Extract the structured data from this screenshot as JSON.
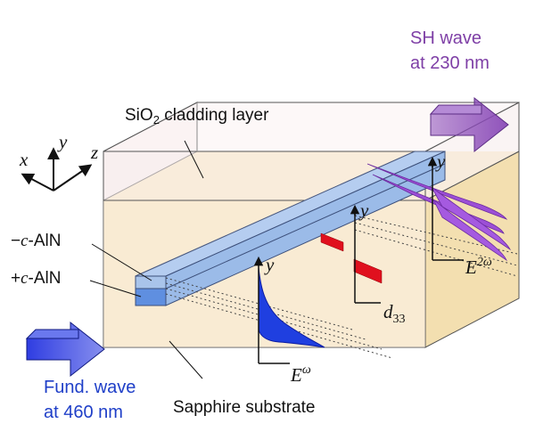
{
  "labels": {
    "sh_line1": "SH wave",
    "sh_line2": "at 230 nm",
    "cladding_prefix": "SiO",
    "cladding_sub": "2",
    "cladding_suffix": " cladding layer",
    "neg_aln_prefix": "−",
    "neg_aln_c": "c",
    "neg_aln_suffix": "-AlN",
    "pos_aln_prefix": "+",
    "pos_aln_c": "c",
    "pos_aln_suffix": "-AlN",
    "fund_line1": "Fund. wave",
    "fund_line2": "at 460 nm",
    "substrate": "Sapphire substrate",
    "axis_x": "x",
    "axis_y": "y",
    "axis_z": "z",
    "y_fund": "y",
    "y_d33": "y",
    "y_sh": "y",
    "E_omega_base": "E",
    "E_omega_sup": "ω",
    "E_2omega_base": "E",
    "E_2omega_sup": "2ω",
    "d33_base": "d",
    "d33_sub": "33"
  },
  "colors": {
    "sh_text": "#7e3fa6",
    "fund_text": "#1f3fc8",
    "sh_arrow": "#8a4ab8",
    "fund_arrow": "#2433e0",
    "waveguide": "#a9c4ea",
    "substrate": "#fbecc6",
    "cladding": "#f7ecec",
    "d33_domain": "#e0101e"
  }
}
